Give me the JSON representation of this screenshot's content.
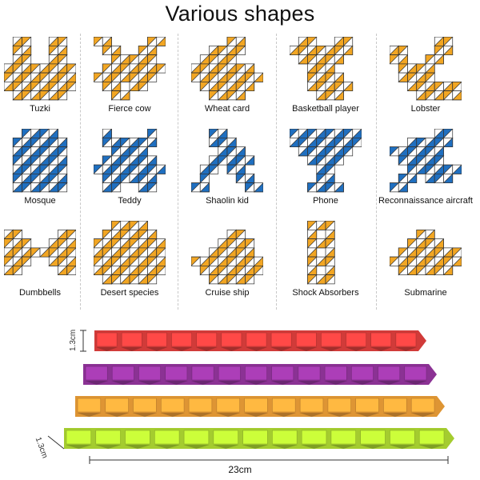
{
  "title": "Various shapes",
  "colors": {
    "orange": "#f2a623",
    "blue": "#1f6fc0",
    "white": "#ffffff",
    "bar_red": "#e8413f",
    "bar_purple": "#9a37a4",
    "bar_orange": "#f7a53a",
    "bar_green": "#b6e334"
  },
  "shapes": [
    {
      "label": "Tuzki",
      "color": "orange",
      "icon": "rabbit-shape-icon"
    },
    {
      "label": "Fierce cow",
      "color": "orange",
      "icon": "cow-shape-icon"
    },
    {
      "label": "Wheat card",
      "color": "orange",
      "icon": "wheat-card-shape-icon"
    },
    {
      "label": "Basketball player",
      "color": "orange",
      "icon": "basketball-player-shape-icon"
    },
    {
      "label": "Lobster",
      "color": "orange",
      "icon": "lobster-shape-icon"
    },
    {
      "label": "Mosque",
      "color": "blue",
      "icon": "mosque-shape-icon"
    },
    {
      "label": "Teddy",
      "color": "blue",
      "icon": "teddy-shape-icon"
    },
    {
      "label": "Shaolin kid",
      "color": "blue",
      "icon": "shaolin-kid-shape-icon"
    },
    {
      "label": "Phone",
      "color": "blue",
      "icon": "phone-shape-icon"
    },
    {
      "label": "Reconnaissance aircraft",
      "color": "blue",
      "icon": "aircraft-shape-icon"
    },
    {
      "label": "Dumbbells",
      "color": "orange",
      "icon": "dumbbell-shape-icon"
    },
    {
      "label": "Desert species",
      "color": "orange",
      "icon": "desert-species-shape-icon"
    },
    {
      "label": "Cruise ship",
      "color": "orange",
      "icon": "ship-shape-icon"
    },
    {
      "label": "Shock Absorbers",
      "color": "orange",
      "icon": "shock-absorber-shape-icon"
    },
    {
      "label": "Submarine",
      "color": "orange",
      "icon": "submarine-shape-icon"
    }
  ],
  "dimensions": {
    "height_label": "1.3cm",
    "depth_label": "1.3cm",
    "length_label": "23cm"
  }
}
